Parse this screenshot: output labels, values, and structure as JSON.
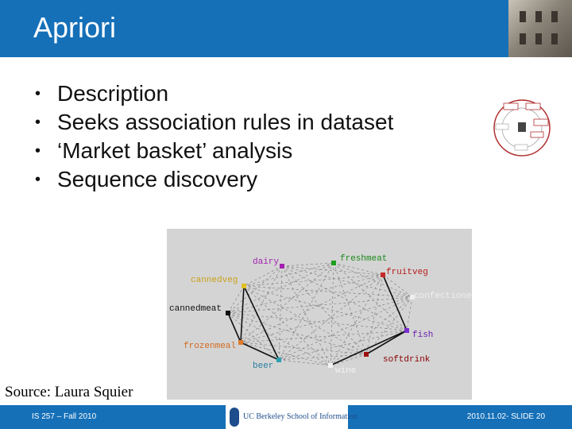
{
  "slide": {
    "title": "Apriori",
    "bullets": [
      "Description",
      "Seeks association rules in dataset",
      "‘Market basket’ analysis",
      "Sequence discovery"
    ],
    "source": "Source: Laura Squier"
  },
  "footer": {
    "course": "IS 257 – Fall 2010",
    "logo_text": "UC Berkeley School of Information",
    "slide_number": "2010.11.02- SLIDE 20"
  },
  "network": {
    "nodes": [
      {
        "label": "dairy",
        "color": "#a21fb0",
        "dot": "#a21fb0"
      },
      {
        "label": "freshmeat",
        "color": "#1a8a1a",
        "dot": "#1f9e1f"
      },
      {
        "label": "fruitveg",
        "color": "#b71c1c",
        "dot": "#c62828"
      },
      {
        "label": "cannedveg",
        "color": "#c9a21b",
        "dot": "#e0c020"
      },
      {
        "label": "confectionery",
        "color": "#eeeeee",
        "dot": "#eeeeee"
      },
      {
        "label": "cannedmeat",
        "color": "#111111",
        "dot": "#111111"
      },
      {
        "label": "fish",
        "color": "#6a1fb0",
        "dot": "#7a2ed0"
      },
      {
        "label": "frozenmeal",
        "color": "#d2691e",
        "dot": "#e07b28"
      },
      {
        "label": "softdrink",
        "color": "#8b0000",
        "dot": "#a01010"
      },
      {
        "label": "beer",
        "color": "#2a7fa0",
        "dot": "#2aa0b0"
      },
      {
        "label": "wine",
        "color": "#f2f2f2",
        "dot": "#f2f2f2"
      }
    ]
  }
}
